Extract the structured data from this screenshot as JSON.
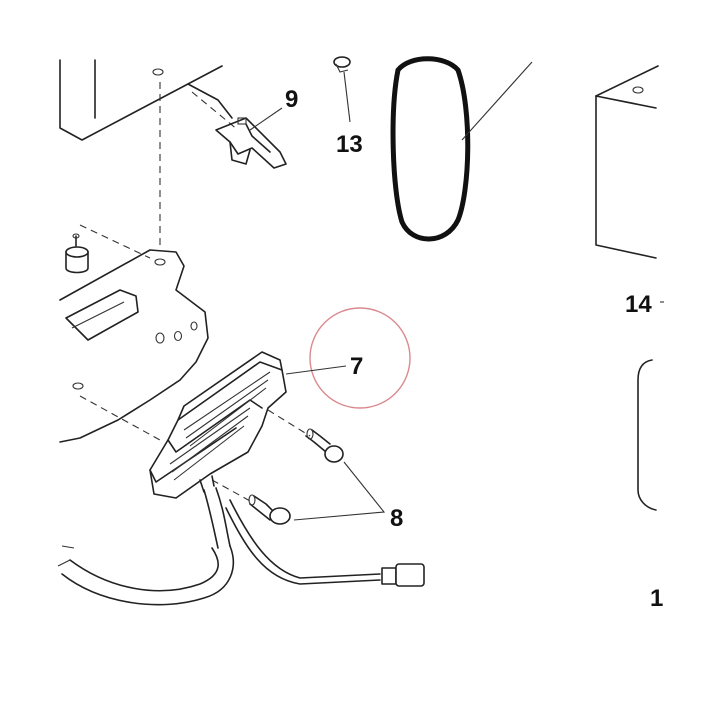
{
  "callouts": {
    "c7": "7",
    "c8": "8",
    "c9": "9",
    "c13": "13",
    "c14": "14",
    "c1": "1"
  },
  "colors": {
    "highlight_circle": "#d98a8f",
    "line": "#222222"
  }
}
